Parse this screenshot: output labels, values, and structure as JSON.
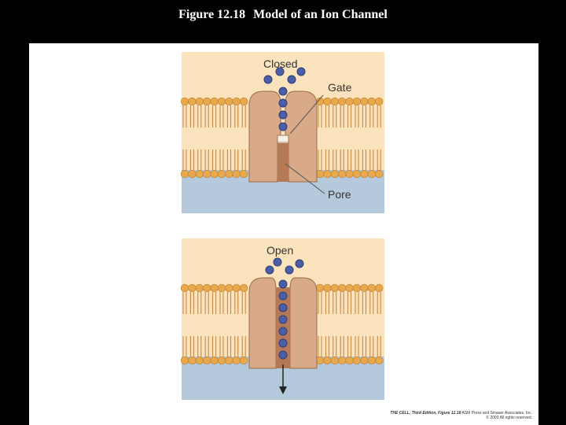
{
  "slide": {
    "figure_number": "Figure 12.18",
    "title": "Model of an Ion Channel"
  },
  "panels": {
    "closed": {
      "state_label": "Closed",
      "gate_label": "Gate",
      "pore_label": "Pore"
    },
    "open": {
      "state_label": "Open"
    }
  },
  "credit": {
    "book": "THE CELL, Third Edition, Figure 12.18",
    "publisher": "ASM Press and Sinauer Associates, Inc.",
    "copyright": "© 2003 All rights reserved."
  },
  "colors": {
    "background": "#000000",
    "panel": "#ffffff",
    "extracellular": "#fbe3bd",
    "cytoplasm": "#b5c9dc",
    "lipid_head": "#e8a94c",
    "lipid_tail": "#c4803a",
    "protein": "#d8aa88",
    "protein_edge": "#9a6b4a",
    "pore": "#b57a55",
    "ion": "#4a5fa6",
    "gate": "#f6efe6",
    "arrow": "#222222"
  }
}
